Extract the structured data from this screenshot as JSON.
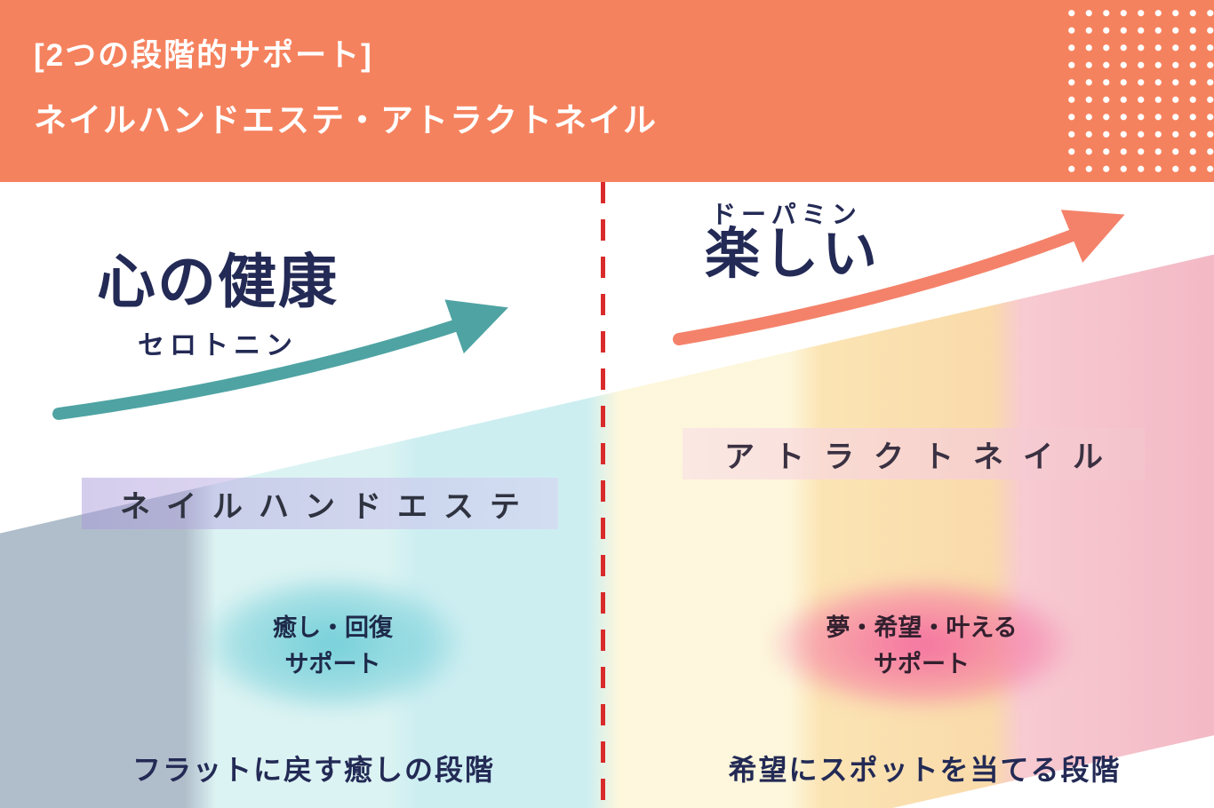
{
  "header": {
    "line1": "[2つの段階的サポート]",
    "line2": "ネイルハンドエステ・アトラクトネイル"
  },
  "left_section": {
    "title": "心の健康",
    "subtitle": "セロトニン",
    "stage_label": "ネイルハンドエステ",
    "blob_text_line1": "癒し・回復",
    "blob_text_line2": "サポート",
    "caption": "フラットに戻す癒しの段階"
  },
  "right_section": {
    "annotation": "ドーパミン",
    "title": "楽しい",
    "stage_label": "アトラクトネイル",
    "blob_text_line1": "夢・希望・叶える",
    "blob_text_line2": "サポート",
    "caption": "希望にスポットを当てる段階"
  },
  "colors": {
    "header_bg": "#f5825e",
    "title_text": "#232a55",
    "teal_arrow": "#4fa3a3",
    "coral_arrow": "#f4826a",
    "divider_red": "#d92b2b",
    "healing_blob": "#63c9d4",
    "dream_blob": "#f4679f"
  }
}
